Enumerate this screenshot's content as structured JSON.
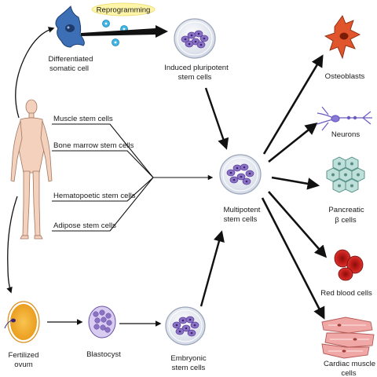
{
  "diagram": {
    "reprogramming": "Reprogramming",
    "differentiated": [
      "Differentiated",
      "somatic cell"
    ],
    "ipsc": [
      "Induced pluripotent",
      "stem cells"
    ],
    "adult_sources": {
      "muscle": "Muscle stem cells",
      "bone_marrow": "Bone marrow stem cells",
      "hematopoetic": "Hematopoetic stem cells",
      "adipose": "Adipose stem cells"
    },
    "multipotent": [
      "Multipotent",
      "stem cells"
    ],
    "fertilized": [
      "Fertilized",
      "ovum"
    ],
    "blastocyst": "Blastocyst",
    "embryonic": [
      "Embryonic",
      "stem cells"
    ],
    "outputs": {
      "osteoblasts": "Osteoblasts",
      "neurons": "Neurons",
      "pancreatic": [
        "Pancreatic",
        "β cells"
      ],
      "rbc": "Red blood cells",
      "cardiac": [
        "Cardiac muscle",
        "cells"
      ]
    },
    "colors": {
      "stroke": "#111111",
      "dish_fill": "#eef1f7",
      "stem_cell": "#8b73c4",
      "stem_cell_dark": "#5b3f9c",
      "somatic": "#3c6fb5",
      "osteoblast": "#e0552c",
      "neuron": "#6a5cc0",
      "pancreatic": "#bfe0da",
      "rbc": "#c8201d",
      "cardiac": "#f0a8a6",
      "ovum": "#f5a623",
      "skin": "#f3d1bd",
      "badge": "#fff5a8",
      "vesicle": "#3fb6e6"
    }
  }
}
